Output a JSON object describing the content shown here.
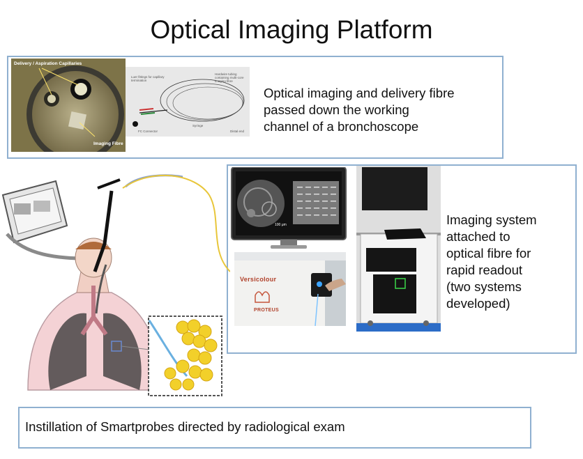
{
  "title": "Optical Imaging Platform",
  "top_panel": {
    "caption_lines": [
      "Optical imaging and delivery fibre",
      "passed down the working",
      "channel of a bronchoscope"
    ],
    "photo_labels": {
      "capillaries": "Delivery / Aspiration Capillaries",
      "fibre": "Imaging Fibre",
      "luer": "Luer fittings for capillary termination",
      "fibre_tip": "Hardwire tubing containing multi-core imaging fibre",
      "syringe": "Syringe",
      "fc": "FC Connector",
      "distal": "Distal end"
    }
  },
  "right_panel": {
    "caption_lines": [
      "Imaging system",
      "attached to",
      "optical fibre for",
      "rapid readout",
      "(two systems",
      "developed)"
    ],
    "monitor_scale": "100 μm",
    "brand_top": "Versicolour",
    "brand_bottom": "PROTEUS"
  },
  "bottom_panel": {
    "caption": "Instillation of Smartprobes directed by radiological exam"
  },
  "colors": {
    "box_border": "#8fb0d0",
    "fibre_yellow": "#e8c63a",
    "lung_pink": "#e9bcc4",
    "alveoli_yellow": "#f2d02a"
  }
}
